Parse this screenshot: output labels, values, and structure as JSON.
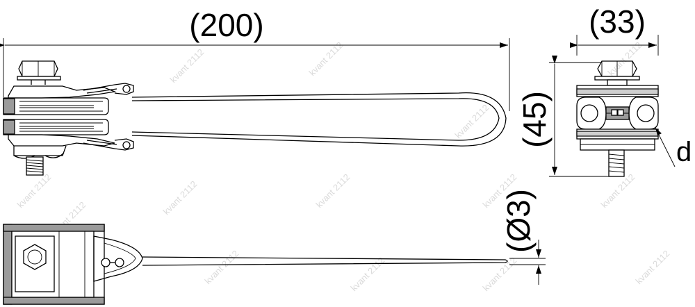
{
  "drawing": {
    "dimensions": {
      "length": "(200)",
      "width": "(33)",
      "height": "(45)",
      "wire_diameter": "(Ø3)",
      "cable_diameter": "d"
    },
    "watermark": "kvant 2112"
  }
}
